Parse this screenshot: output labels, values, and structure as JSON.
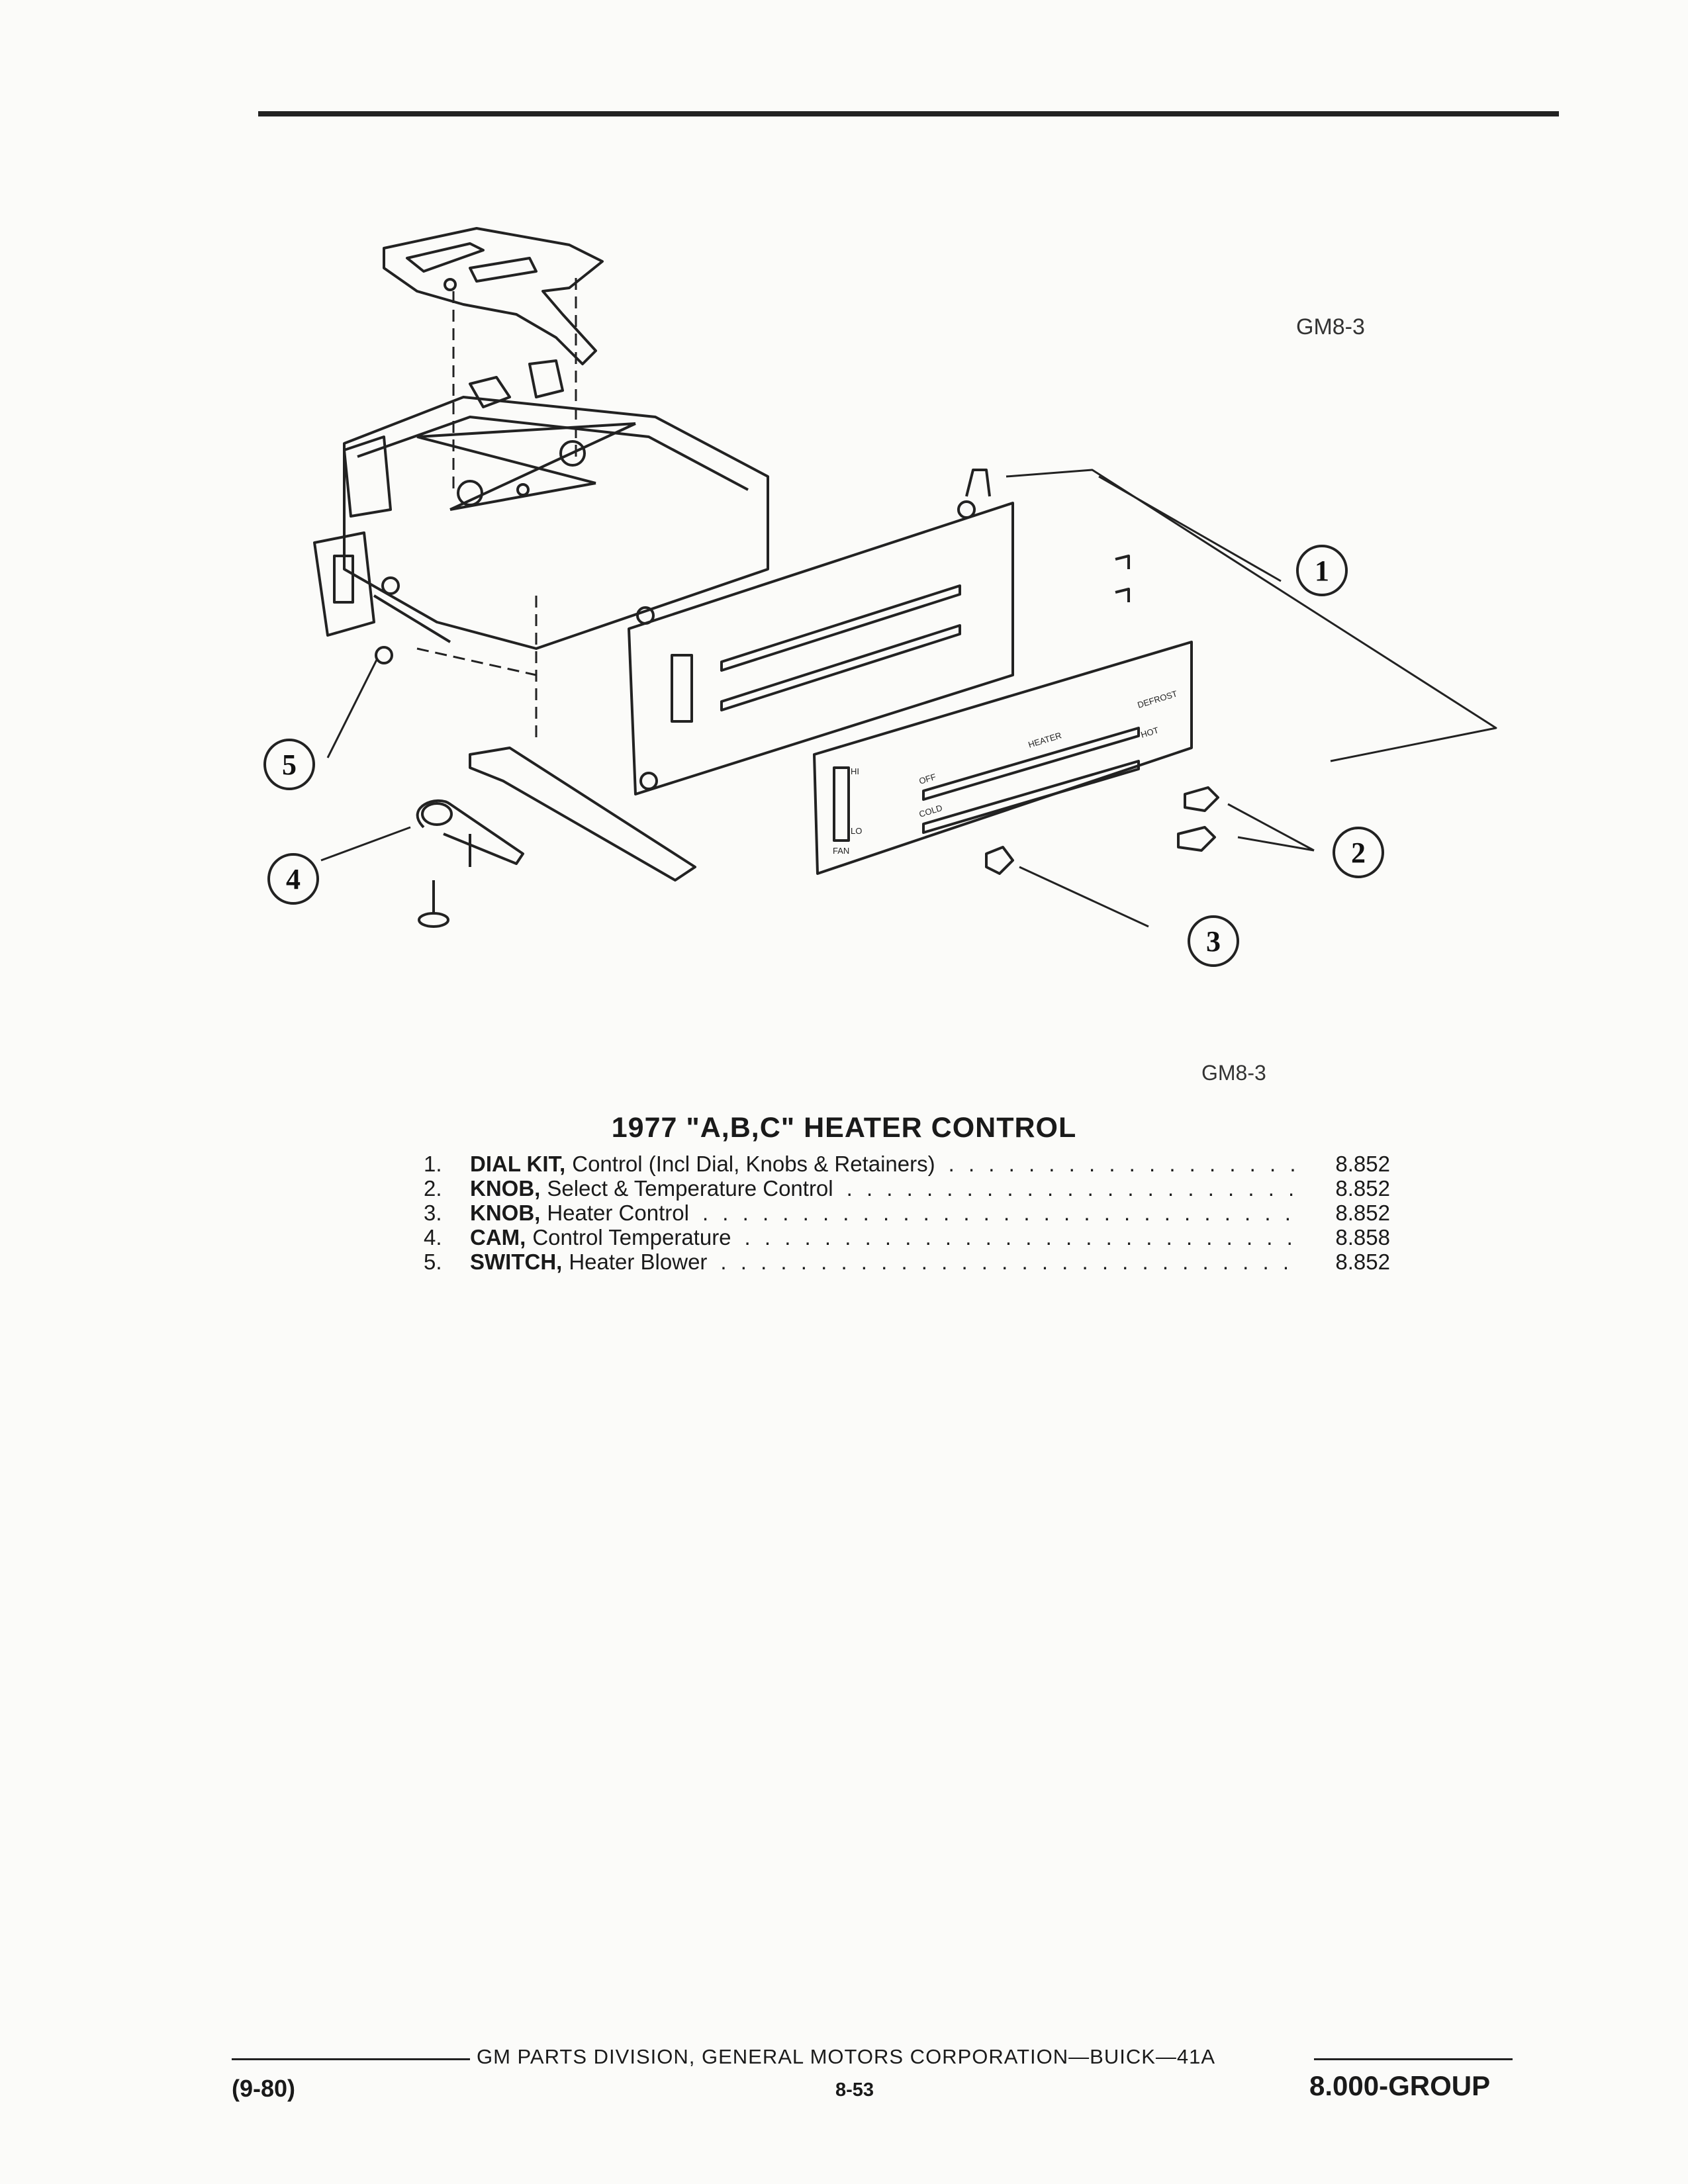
{
  "figure": {
    "code_top": "GM8-3",
    "code_bottom": "GM8-3",
    "callouts": [
      "1",
      "2",
      "3",
      "4",
      "5"
    ],
    "panel_labels": {
      "off": "OFF",
      "heater": "HEATER",
      "defrost": "DEFROST",
      "cold": "COLD",
      "hot": "HOT",
      "hi": "HI",
      "lo": "LO",
      "fan": "FAN"
    }
  },
  "title": "1977 \"A,B,C\" HEATER CONTROL",
  "parts": [
    {
      "num": "1.",
      "name": "DIAL KIT,",
      "desc": "Control (Incl Dial, Knobs & Retainers)",
      "group": "8.852"
    },
    {
      "num": "2.",
      "name": "KNOB,",
      "desc": "Select & Temperature Control",
      "group": "8.852"
    },
    {
      "num": "3.",
      "name": "KNOB,",
      "desc": "Heater Control",
      "group": "8.852"
    },
    {
      "num": "4.",
      "name": "CAM,",
      "desc": "Control Temperature",
      "group": "8.858"
    },
    {
      "num": "5.",
      "name": "SWITCH,",
      "desc": "Heater Blower",
      "group": "8.852"
    }
  ],
  "footer": {
    "publisher": "GM PARTS DIVISION, GENERAL MOTORS CORPORATION—BUICK—41A",
    "date": "(9-80)",
    "page": "8-53",
    "group": "8.000-GROUP"
  }
}
